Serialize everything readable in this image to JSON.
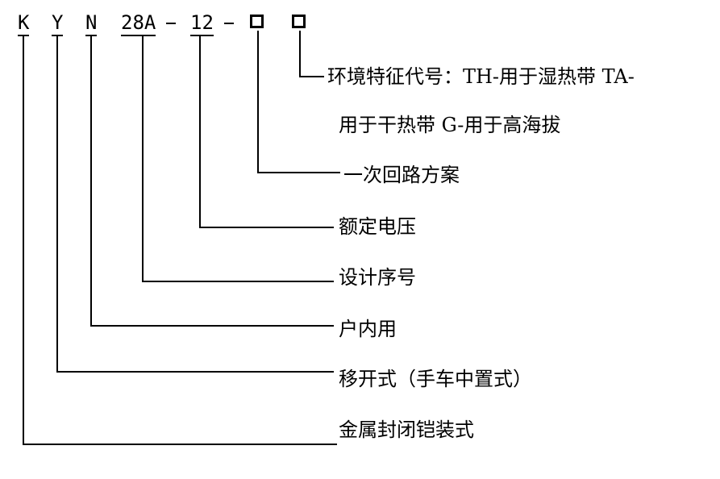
{
  "code": {
    "k": "K",
    "y": "Y",
    "n": "N",
    "series": "28A",
    "voltage": "12"
  },
  "labels": {
    "env_line1": "环境特征代号：TH-用于湿热带 TA-",
    "env_line2": "用于干热带 G-用于高海拔",
    "scheme": "一次回路方案",
    "rated_voltage": "额定电压",
    "design_seq": "设计序号",
    "indoor": "户内用",
    "withdrawable": "移开式（手车中置式）",
    "metal_enclosed": "金属封闭铠装式"
  }
}
